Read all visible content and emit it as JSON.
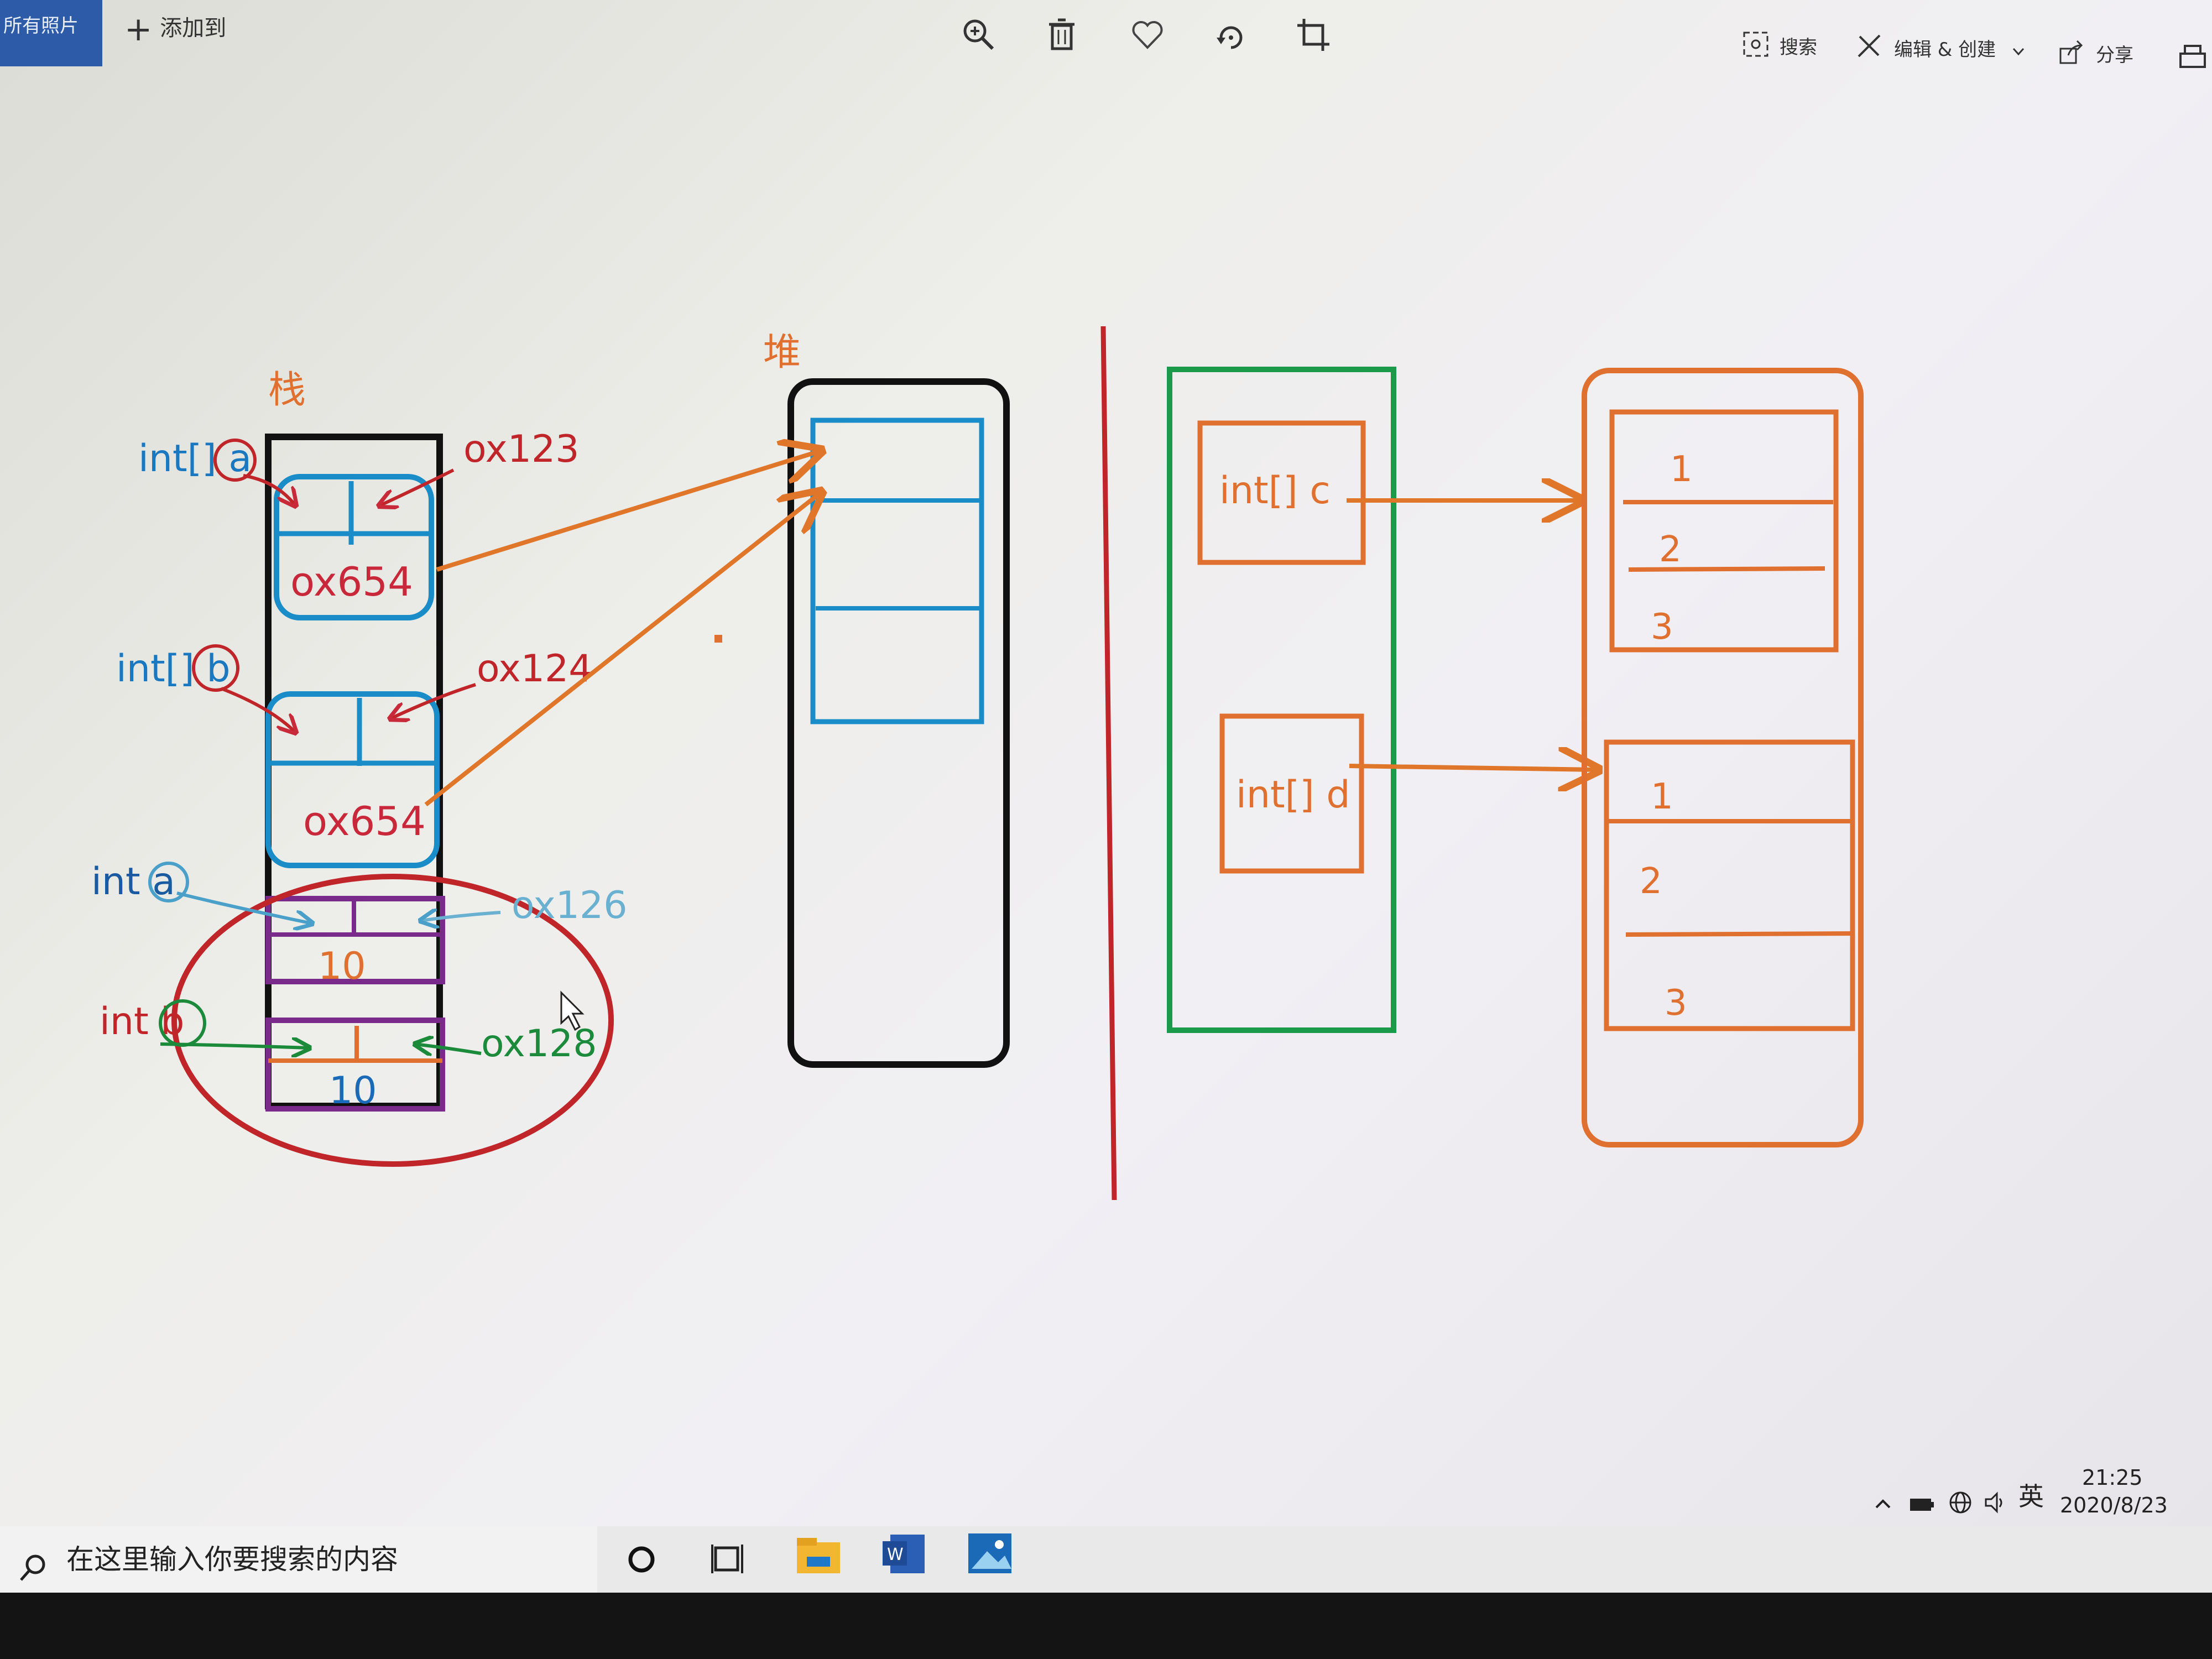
{
  "toolbar": {
    "all_photos": "所有照片",
    "add_to": "添加到",
    "search": "搜索",
    "edit_create": "编辑 & 创建",
    "share": "分享",
    "icons": [
      "zoom-icon",
      "delete-icon",
      "heart-icon",
      "rotate-icon",
      "crop-icon",
      "print-icon"
    ]
  },
  "diagram": {
    "stack_title": "栈",
    "heap_title": "堆",
    "labels": {
      "int_arr_a": "int[] a",
      "int_arr_b": "int[] b",
      "int_a": "int a",
      "int_b": "int b",
      "addr_a": "ox123",
      "addr_b": "ox124",
      "addr_int_a": "ox126",
      "addr_int_b": "ox128",
      "val_a": "ox654",
      "val_b": "ox654",
      "num_a": "10",
      "num_b": "10",
      "int_arr_c": "int[] c",
      "int_arr_d": "int[] d"
    },
    "array1": [
      "1",
      "2",
      "3"
    ],
    "array2": [
      "1",
      "2",
      "3"
    ]
  },
  "taskbar": {
    "search_placeholder": "在这里输入你要搜索的内容",
    "ime": "英",
    "time": "21:25",
    "date": "2020/8/23"
  }
}
